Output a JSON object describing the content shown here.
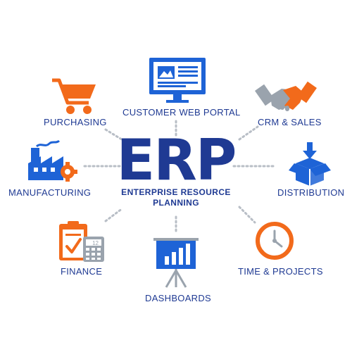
{
  "center": {
    "title": "ERP",
    "subtitle_line1": "ENTERPRISE RESOURCE",
    "subtitle_line2": "PLANNING"
  },
  "nodes": {
    "customer_web_portal": {
      "label": "CUSTOMER WEB PORTAL",
      "icon": "monitor-web-icon"
    },
    "purchasing": {
      "label": "PURCHASING",
      "icon": "shopping-cart-icon"
    },
    "crm_sales": {
      "label": "CRM & SALES",
      "icon": "handshake-icon"
    },
    "manufacturing": {
      "label": "MANUFACTURING",
      "icon": "factory-icon"
    },
    "distribution": {
      "label": "DISTRIBUTION",
      "icon": "box-download-icon"
    },
    "finance": {
      "label": "FINANCE",
      "icon": "clipboard-calculator-icon"
    },
    "dashboards": {
      "label": "DASHBOARDS",
      "icon": "presentation-chart-icon"
    },
    "time_projects": {
      "label": "TIME & PROJECTS",
      "icon": "clock-icon"
    }
  },
  "colors": {
    "blue": "#1f3a93",
    "bright_blue": "#1e63d6",
    "orange": "#f26a1b",
    "gray": "#9aa3ad",
    "connector": "#b8bec6"
  }
}
